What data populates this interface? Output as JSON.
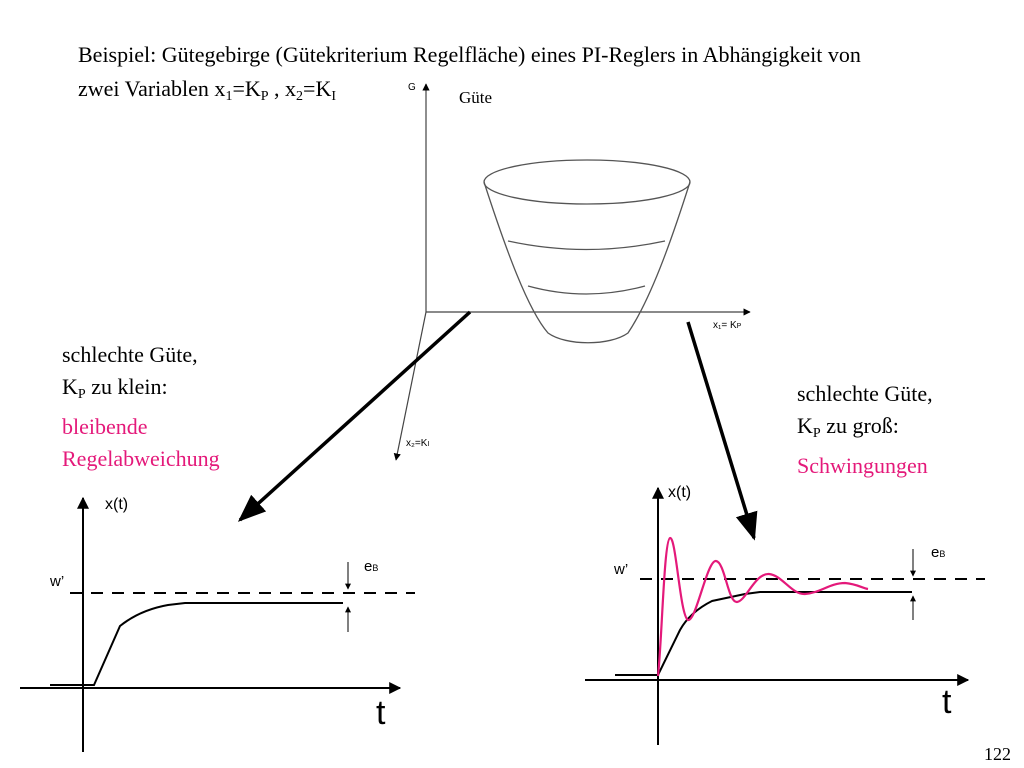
{
  "title": {
    "line1": "Beispiel: Gütegebirge (Gütekriterium Regelfläche) eines PI-Reglers in Abhängigkeit von",
    "line2_a": "zwei Variablen x",
    "line2_sub1": "1",
    "line2_b": "=K",
    "line2_sub2": "P",
    "line2_c": " , x",
    "line2_sub3": "2",
    "line2_d": "=K",
    "line2_sub4": "I"
  },
  "surface": {
    "g_label": "G",
    "guete_label": "Güte",
    "x1_label": "x₁= K",
    "x1_sub": "P",
    "x2_label": "x₂=K",
    "x2_sub": "I"
  },
  "left_case": {
    "line1": "schlechte Güte,",
    "line2_a": "K",
    "line2_sub": "P",
    "line2_b": " zu klein:",
    "line3": "bleibende",
    "line4": "Regelabweichung",
    "accent": "#e4197a"
  },
  "right_case": {
    "line1": "schlechte Güte,",
    "line2_a": "K",
    "line2_sub": "P",
    "line2_b": " zu groß:",
    "line3": "Schwingungen",
    "accent": "#e4197a"
  },
  "left_plot": {
    "ylabel": "x(t)",
    "setpoint_label": "w’",
    "error_label": "e",
    "error_sub": "B",
    "xlabel": "t"
  },
  "right_plot": {
    "ylabel": "x(t)",
    "setpoint_label": "w’",
    "error_label": "e",
    "error_sub": "B",
    "xlabel": "t"
  },
  "page_number": "122"
}
